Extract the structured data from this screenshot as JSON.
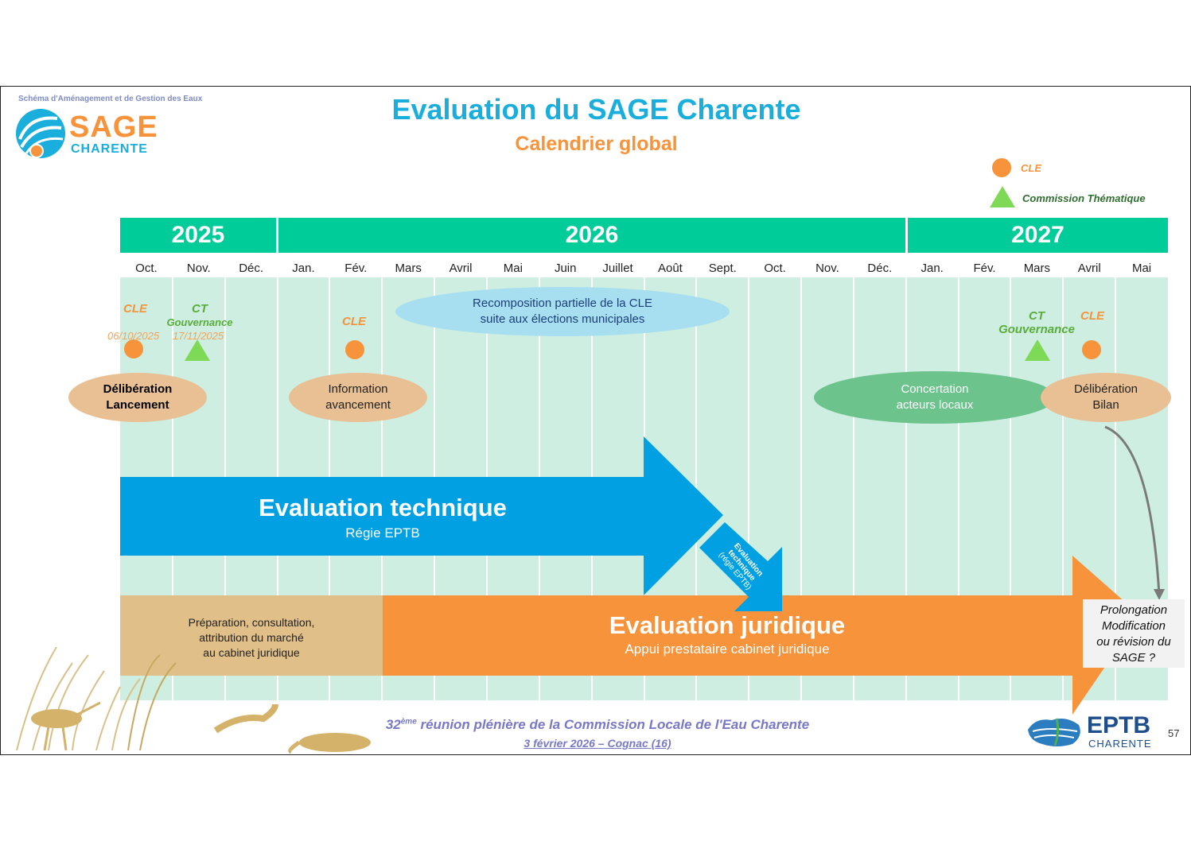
{
  "header": {
    "subtitle_logo": "Schéma d'Aménagement et de Gestion des Eaux",
    "logo_line1": "SAGE",
    "logo_line2": "CHARENTE",
    "title": "Evaluation du SAGE Charente",
    "subtitle": "Calendrier global"
  },
  "legend": {
    "cle": "CLE",
    "ct": "Commission Thématique"
  },
  "years": [
    "2025",
    "2026",
    "2027"
  ],
  "months": [
    "Oct.",
    "Nov.",
    "Déc.",
    "Jan.",
    "Fév.",
    "Mars",
    "Avril",
    "Mai",
    "Juin",
    "Juillet",
    "Août",
    "Sept.",
    "Oct.",
    "Nov.",
    "Déc.",
    "Jan.",
    "Fév.",
    "Mars",
    "Avril",
    "Mai"
  ],
  "events": {
    "cle_oct": "CLE",
    "date_oct": "06/10/2025",
    "ct_nov_1": "CT",
    "ct_nov_2": "Gouvernance",
    "date_nov": "17/11/2025",
    "cle_feb": "CLE",
    "recomposition_1": "Recomposition partielle de la CLE",
    "recomposition_2": "suite aux élections municipales",
    "ct_mar27_1": "CT",
    "ct_mar27_2": "Gouvernance",
    "cle_apr27": "CLE"
  },
  "ovals": {
    "deliberation_lancement_1": "Délibération",
    "deliberation_lancement_2": "Lancement",
    "information_1": "Information",
    "information_2": "avancement",
    "concertation_1": "Concertation",
    "concertation_2": "acteurs locaux",
    "deliberation_bilan_1": "Délibération",
    "deliberation_bilan_2": "Bilan"
  },
  "arrows": {
    "tech_title": "Evaluation technique",
    "tech_sub": "Régie EPTB",
    "tech_small_1": "Evaluation",
    "tech_small_2": "technique",
    "tech_small_3": "(régie EPTB)",
    "prep_1": "Préparation, consultation,",
    "prep_2": "attribution du marché",
    "prep_3": "au cabinet juridique",
    "jur_title": "Evaluation juridique",
    "jur_sub": "Appui prestataire cabinet juridique",
    "prolong_1": "Prolongation",
    "prolong_2": "Modification",
    "prolong_3": "ou révision du",
    "prolong_4": "SAGE ?"
  },
  "footer": {
    "line1_num": "32",
    "line1_sup": "ème",
    "line1_rest": " réunion plénière de la Commission Locale de l'Eau Charente",
    "line2": "3 février 2026 – Cognac (16)",
    "eptb_1": "EPTB",
    "eptb_2": "CHARENTE",
    "page": "57"
  },
  "colors": {
    "teal": "#00cc99",
    "grid_bg": "#cdeee0",
    "blue_arrow": "#00a0e3",
    "orange_arrow": "#f7933b",
    "tan": "#e0bf88",
    "cle_orange": "#f7933b",
    "ct_green": "#7ed957",
    "title_blue": "#1aaedc"
  }
}
